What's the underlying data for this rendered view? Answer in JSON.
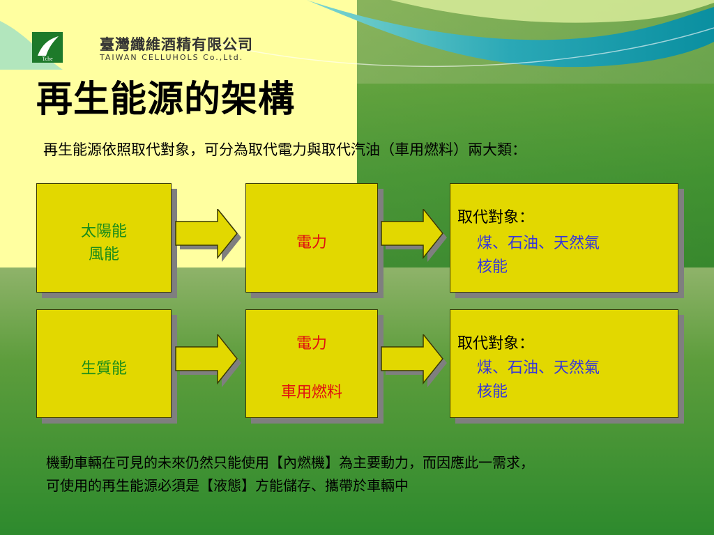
{
  "logo": {
    "mark_label": "Tche",
    "company_cn": "臺灣纖維酒精有限公司",
    "company_en": "TAIWAN CELLUHOLS Co.,Ltd."
  },
  "title": "再生能源的架構",
  "subtitle": "再生能源依照取代對象，可分為取代電力與取代汽油（車用燃料）兩大類：",
  "row1": {
    "source_line1": "太陽能",
    "source_line2": "風能",
    "product": "電力",
    "replace_label": "取代對象：",
    "replace_line1": "煤、石油、天然氣",
    "replace_line2": "核能"
  },
  "row2": {
    "source": "生質能",
    "product_line1": "電力",
    "product_line2": "車用燃料",
    "replace_label": "取代對象：",
    "replace_line1": "煤、石油、天然氣",
    "replace_line2": "核能"
  },
  "footer": {
    "line1": "機動車輛在可見的未來仍然只能使用【內燃機】為主要動力，而因應此一需求，",
    "line2": "可使用的再生能源必須是【液態】方能儲存、攜帶於車輛中"
  },
  "colors": {
    "box_fill": "#e2d800",
    "source_text": "#1a8c1a",
    "product_text": "#e01010",
    "replace_text": "#3434dd"
  }
}
